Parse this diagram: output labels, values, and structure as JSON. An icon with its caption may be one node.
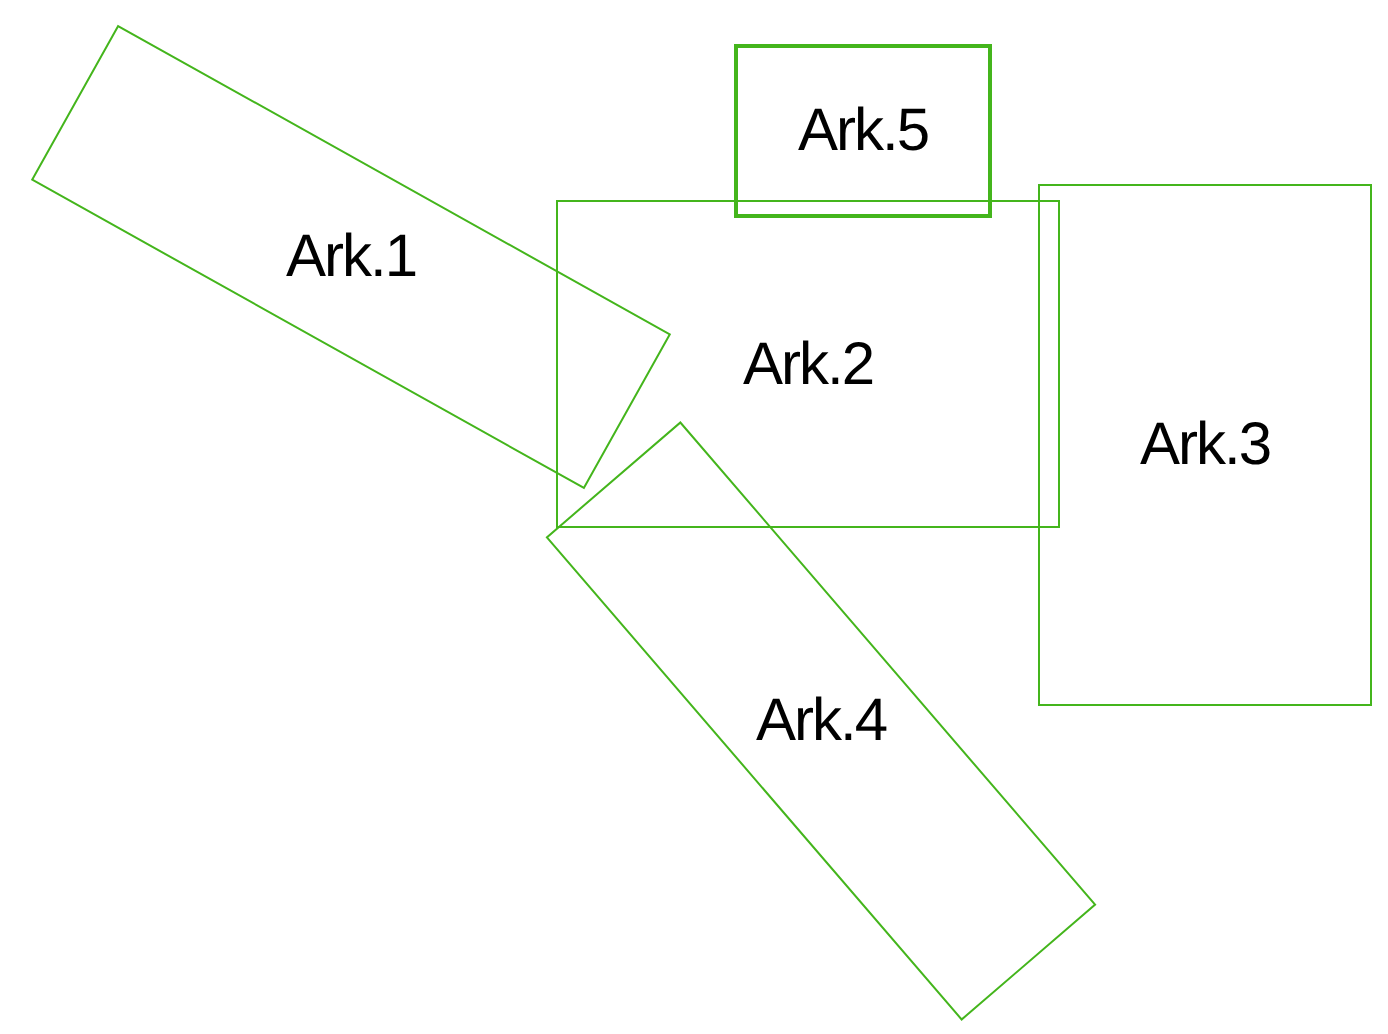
{
  "diagram": {
    "nodes": [
      {
        "text": [
          "Ark.1"
        ]
      },
      {
        "text": [
          "Ark.2"
        ]
      },
      {
        "text": [
          "Ark.3"
        ]
      },
      {
        "text": [
          "Ark.4"
        ]
      },
      {
        "text": [
          "Ark.5"
        ]
      }
    ]
  }
}
